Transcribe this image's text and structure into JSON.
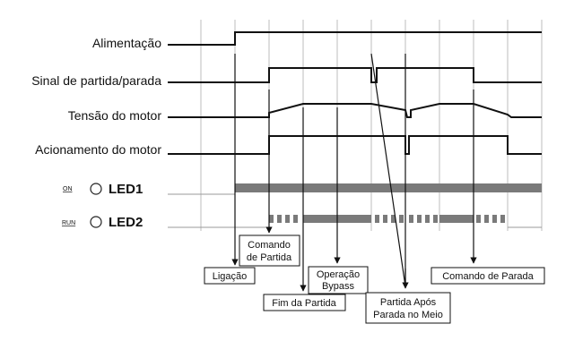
{
  "signals": {
    "power": "Alimentação",
    "start_stop": "Sinal de partida/parada",
    "motor_voltage": "Tensão do motor",
    "motor_drive": "Acionamento do motor"
  },
  "leds": {
    "led1_tag": "ON",
    "led1_name": "LED1",
    "led2_tag": "RUN",
    "led2_name": "LED2"
  },
  "events": {
    "power_on": "Ligação",
    "start_cmd_l1": "Comando",
    "start_cmd_l2": "de Partida",
    "start_end": "Fim da Partida",
    "bypass_l1": "Operação",
    "bypass_l2": "Bypass",
    "restart_l1": "Partida Após",
    "restart_l2": "Parada no Meio",
    "stop_cmd": "Comando de Parada"
  },
  "colors": {
    "trace": "#111111",
    "grid": "#bdbdbd",
    "led_bar": "#7a7a7a"
  }
}
